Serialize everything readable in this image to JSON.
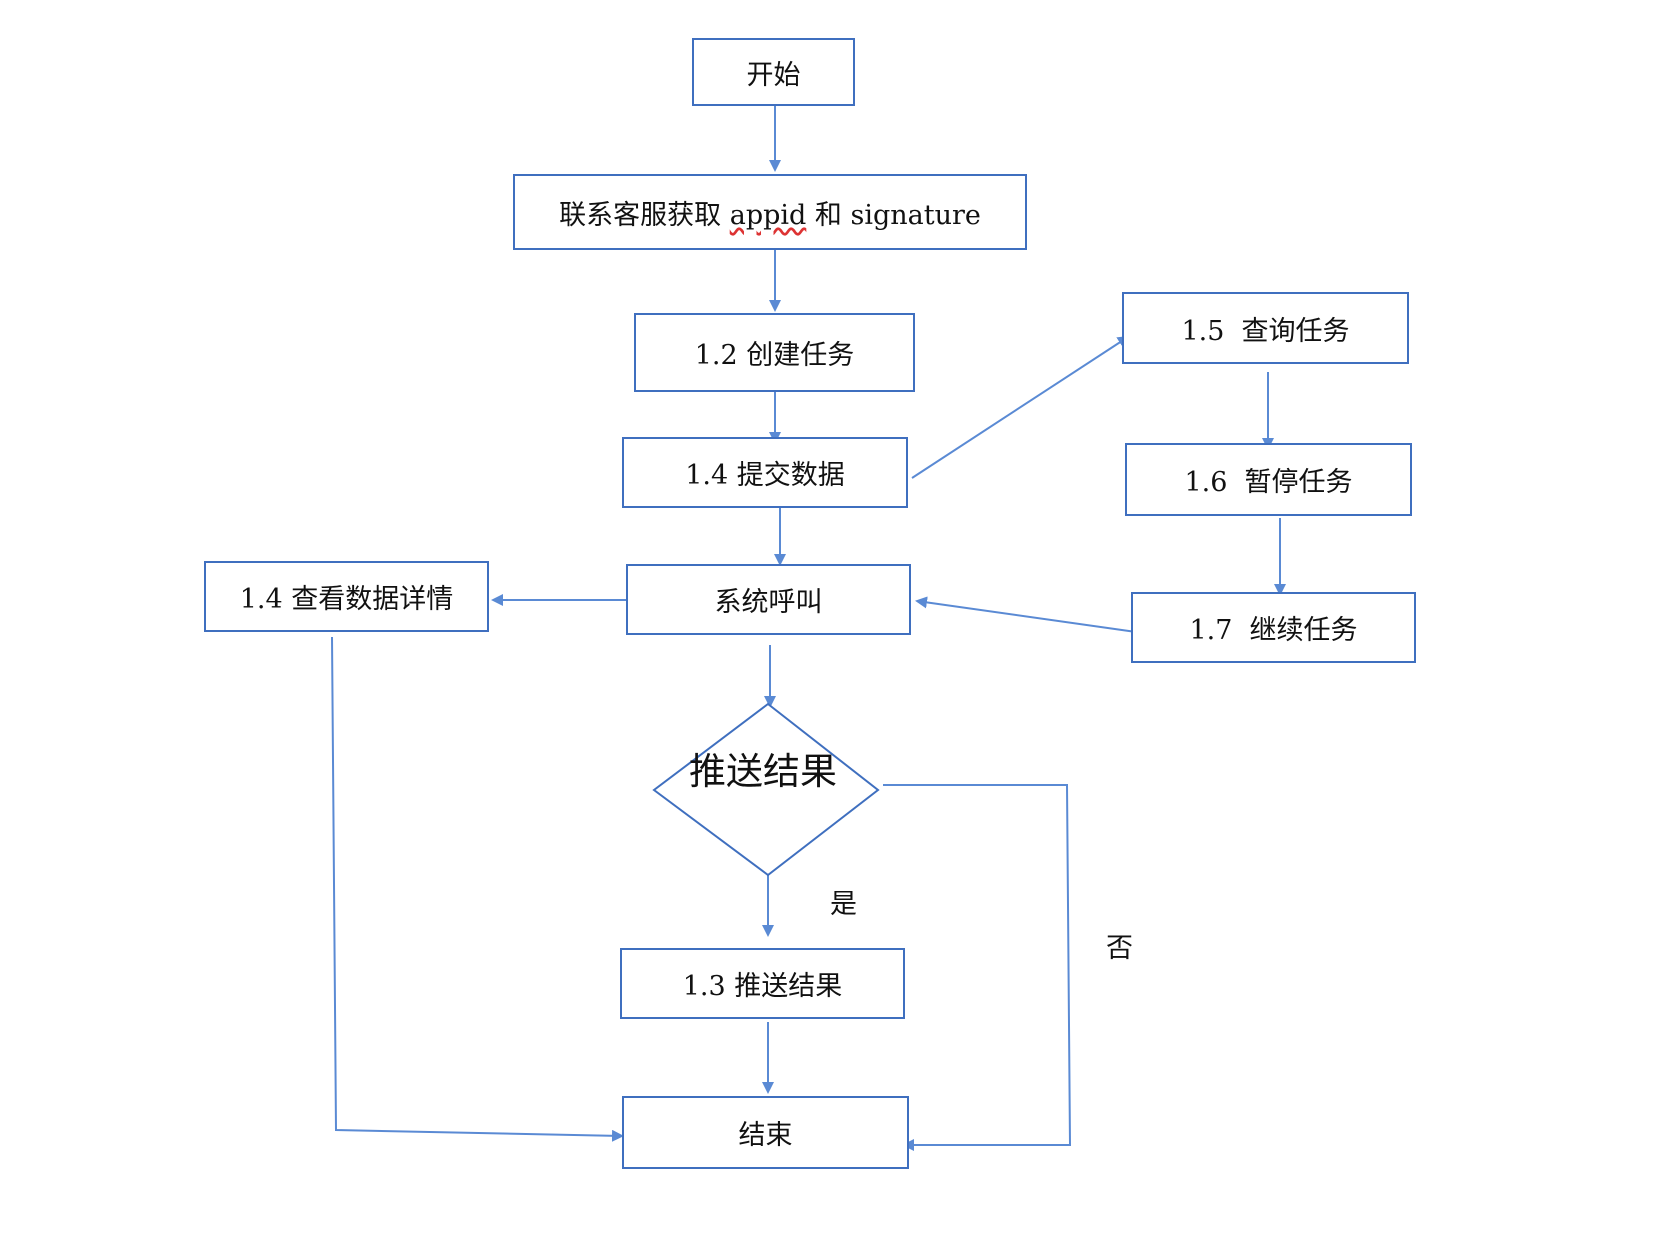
{
  "nodes": {
    "start": "开始",
    "get_credentials": {
      "prefix": "联系客服获取 ",
      "appid": "appid",
      "suffix": " 和 signature"
    },
    "create_task": "1.2 创建任务",
    "submit_data": "1.4 提交数据",
    "system_call": "系统呼叫",
    "view_data_details": "1.4 查看数据详情",
    "query_task": "1.5  查询任务",
    "pause_task": "1.6  暂停任务",
    "continue_task": "1.7  继续任务",
    "push_result_decision": "推送结果",
    "push_result": "1.3 推送结果",
    "end": "结束"
  },
  "edge_labels": {
    "yes": "是",
    "no": "否"
  },
  "colors": {
    "line": "#5a8ad4",
    "border": "#3f6fbf",
    "spellcheck": "#dd3333"
  }
}
